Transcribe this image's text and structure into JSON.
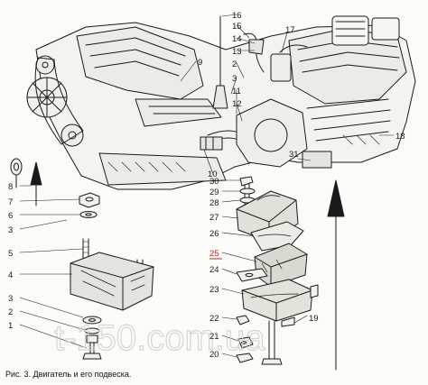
{
  "caption": "Рис. 3. Двигатель и его подвеска.",
  "watermark": "t-150.com.ua",
  "callouts": {
    "c1": "1",
    "c2": "2",
    "c3": "3",
    "c4": "4",
    "c5": "5",
    "c6": "6",
    "c7": "7",
    "c8": "8",
    "c9": "9",
    "c10": "10",
    "c11": "11",
    "c12": "12",
    "c13": "13",
    "c14": "14",
    "c15": "15",
    "c16": "16",
    "c17": "17",
    "c18": "18",
    "c19": "19",
    "c20": "20",
    "c21": "21",
    "c22": "22",
    "c23": "23",
    "c24": "24",
    "c25": "25",
    "c26": "26",
    "c27": "27",
    "c28": "28",
    "c29": "29",
    "c30": "30",
    "c31": "31"
  },
  "highlight_color": "#c8232c"
}
